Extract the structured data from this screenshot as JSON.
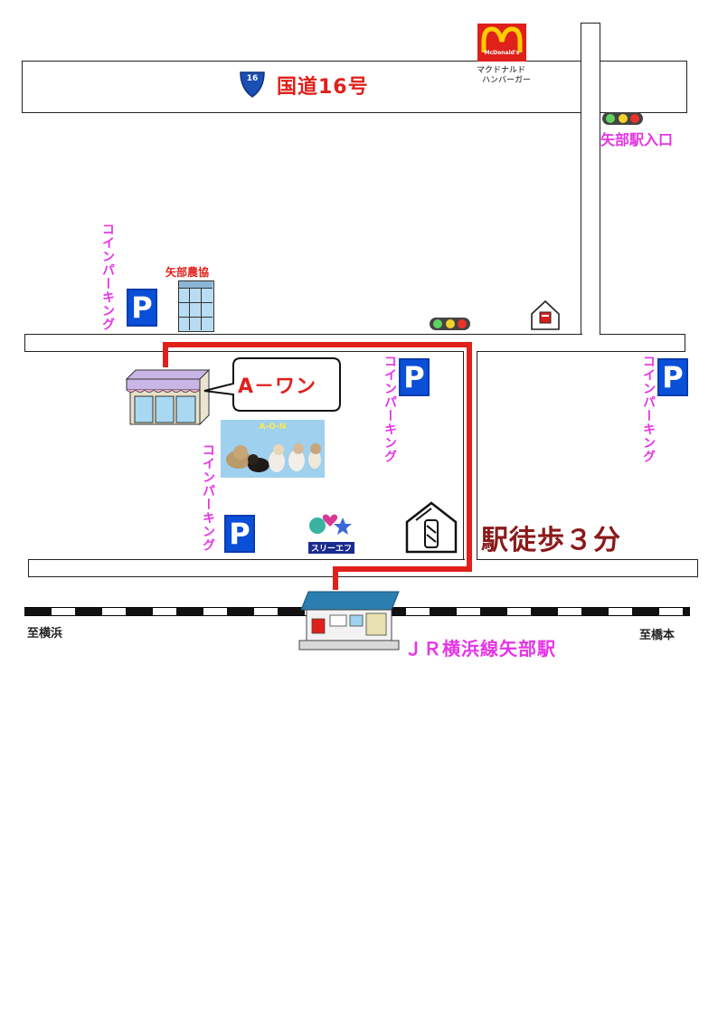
{
  "route16": {
    "label": "国道16号",
    "shield_text": "16"
  },
  "mcdonalds": {
    "logo_text": "McDonald's",
    "label_line1": "マクドナルド",
    "label_line2": "ハンバーガー"
  },
  "station_entrance": {
    "label": "矢部駅入口"
  },
  "coin_parking": {
    "label": "コインパーキング",
    "p_symbol": "P"
  },
  "ja": {
    "label": "矢部農協"
  },
  "shop": {
    "name": "A－ワン",
    "badge": "A-O-N"
  },
  "three_f": {
    "label": "スリーエフ"
  },
  "walk": {
    "label": "駅徒歩３分"
  },
  "station": {
    "name": "ＪＲ横浜線矢部駅",
    "left_direction": "至横浜",
    "right_direction": "至橋本"
  },
  "colors": {
    "route": "#e0201b",
    "parking": "#0a4fd8",
    "label_magenta": "#e633e6",
    "walk_text": "#8b1a1a",
    "station_roof": "#2a7fb0"
  }
}
